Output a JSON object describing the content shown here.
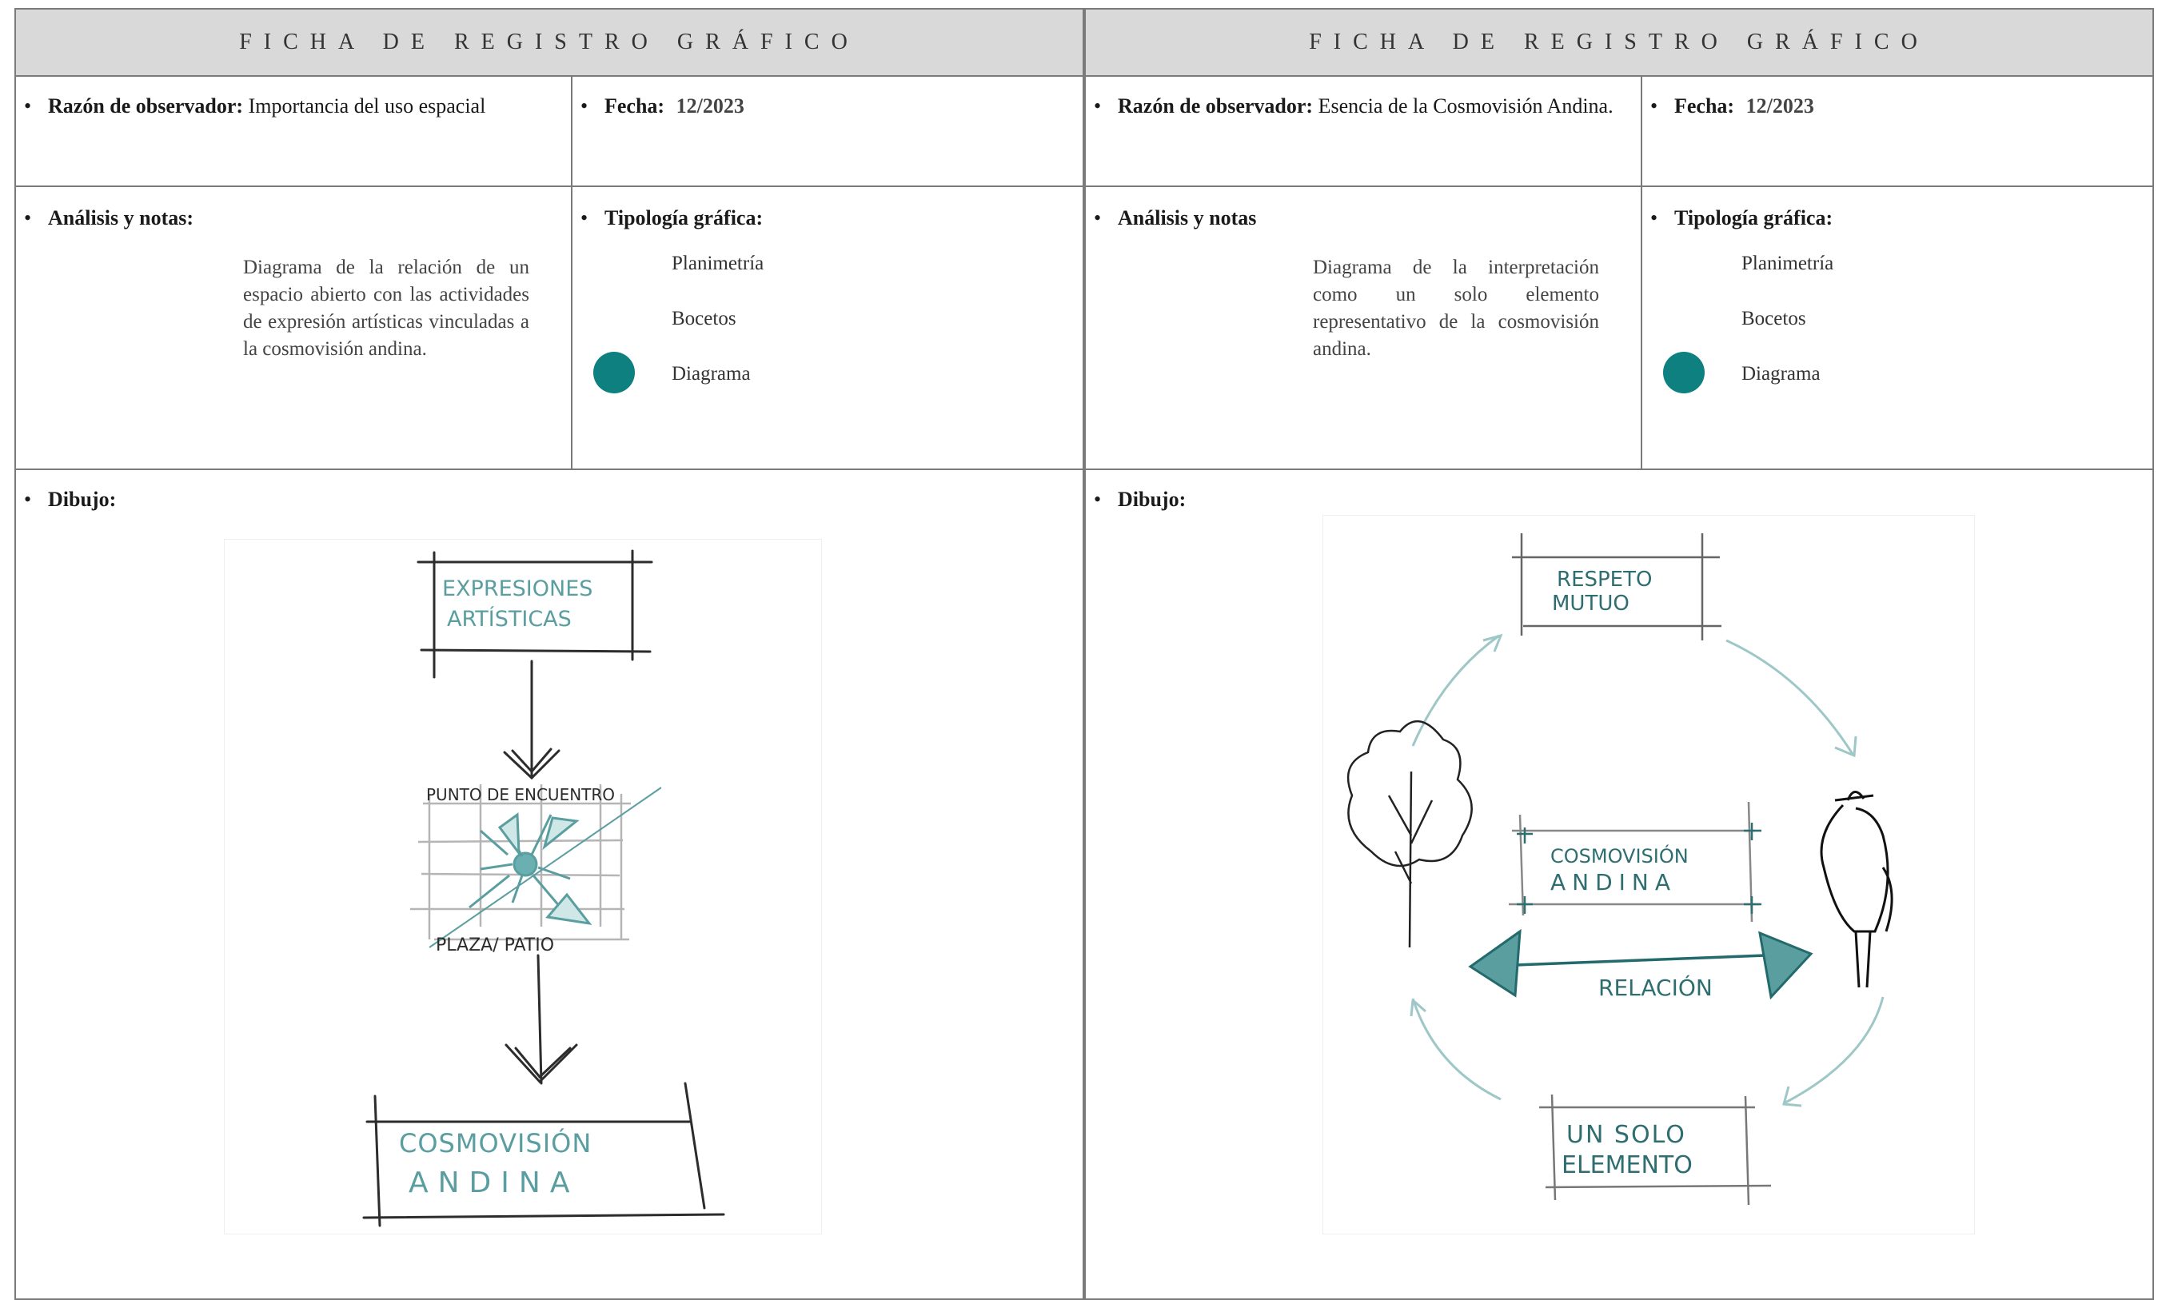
{
  "left": {
    "header": "FICHA DE REGISTRO GRÁFICO",
    "observer_label": "Razón de observador:",
    "observer_value": "Importancia del uso espacial",
    "date_label": "Fecha:",
    "date_value": "12/2023",
    "analysis_label": "Análisis y notas:",
    "analysis_text": "Diagrama de la relación de un espacio abierto con las actividades de expresión artísticas vinculadas a la cosmovisión andina.",
    "typology_label": "Tipología gráfica:",
    "typology_options": [
      "Planimetría",
      "Bocetos",
      "Diagrama"
    ],
    "typology_selected": "Diagrama",
    "drawing_label": "Dibujo:",
    "diagram": {
      "top_box": [
        "EXPRESIONES",
        "ARTÍSTICAS"
      ],
      "middle_top": "PUNTO DE ENCUENTRO",
      "middle_bottom": "PLAZA/ PATIO",
      "bottom_box": [
        "COSMOVISIÓN",
        "ANDINA"
      ]
    }
  },
  "right": {
    "header": "FICHA DE REGISTRO GRÁFICO",
    "observer_label": "Razón de observador:",
    "observer_value": "Esencia de la Cosmovisión Andina.",
    "date_label": "Fecha:",
    "date_value": "12/2023",
    "analysis_label": "Análisis y notas",
    "analysis_text": "Diagrama de la interpretación como un solo elemento representativo de la cosmovisión andina.",
    "typology_label": "Tipología gráfica:",
    "typology_options": [
      "Planimetría",
      "Bocetos",
      "Diagrama"
    ],
    "typology_selected": "Diagrama",
    "drawing_label": "Dibujo:",
    "diagram": {
      "top_box": [
        "RESPETO",
        "MUTUO"
      ],
      "center_box": [
        "COSMOVISIÓN",
        "ANDINA"
      ],
      "relation": "RELACIÓN",
      "bottom_box": [
        "UN SOLO",
        "ELEMENTO"
      ]
    }
  },
  "colors": {
    "accent": "#0e8080",
    "sketch_teal": "#5a9ea0",
    "header_bg": "#d9d9d9",
    "border": "#7a7a7a"
  }
}
